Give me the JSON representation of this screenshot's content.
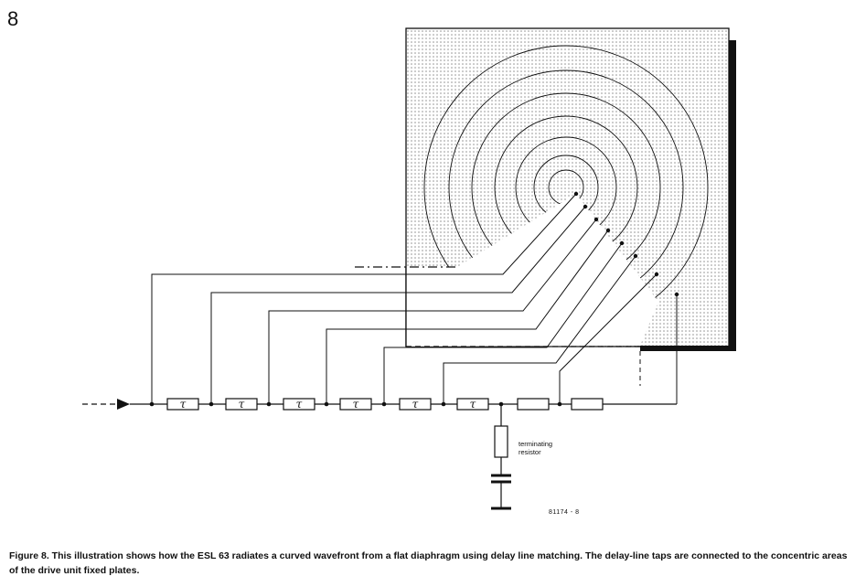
{
  "figure": {
    "number": "8",
    "caption": "Figure 8. This illustration shows how the ESL 63 radiates a curved wavefront from a flat diaphragm using delay line matching. The delay-line taps are connected to the concentric areas of the drive unit fixed plates."
  },
  "diagram": {
    "delay_symbol": "τ",
    "delay_count": 6,
    "plain_box_count": 2,
    "terminating_label": [
      "terminating",
      "resistor"
    ],
    "drawing_code": "81174 - 8",
    "colors": {
      "ink": "#111111",
      "dot": "#8a8a8a"
    }
  }
}
